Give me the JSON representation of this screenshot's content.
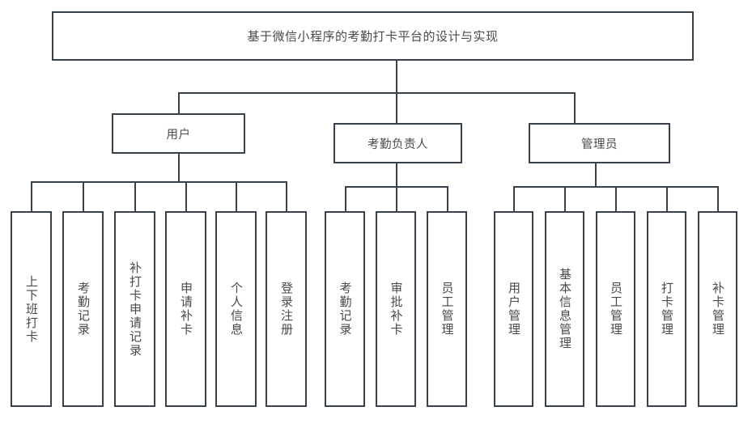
{
  "diagram": {
    "type": "tree-hierarchy",
    "title": "基于微信小程序的考勤打卡平台的设计与实现",
    "root": {
      "label": "基于微信小程序的考勤打卡平台的设计与实现"
    },
    "roles": [
      {
        "label": "用户",
        "children": [
          {
            "label": "上下班打卡"
          },
          {
            "label": "考勤记录"
          },
          {
            "label": "补打卡申请记录"
          },
          {
            "label": "申请补卡"
          },
          {
            "label": "个人信息"
          },
          {
            "label": "登录注册"
          }
        ]
      },
      {
        "label": "考勤负责人",
        "children": [
          {
            "label": "考勤记录"
          },
          {
            "label": "审批补卡"
          },
          {
            "label": "员工管理"
          }
        ]
      },
      {
        "label": "管理员",
        "children": [
          {
            "label": "用户管理"
          },
          {
            "label": "基本信息管理"
          },
          {
            "label": "员工管理"
          },
          {
            "label": "打卡管理"
          },
          {
            "label": "补卡管理"
          }
        ]
      }
    ],
    "style": {
      "line_color": "#39414c",
      "text_color": "#4a4a4a",
      "background": "#ffffff"
    }
  }
}
